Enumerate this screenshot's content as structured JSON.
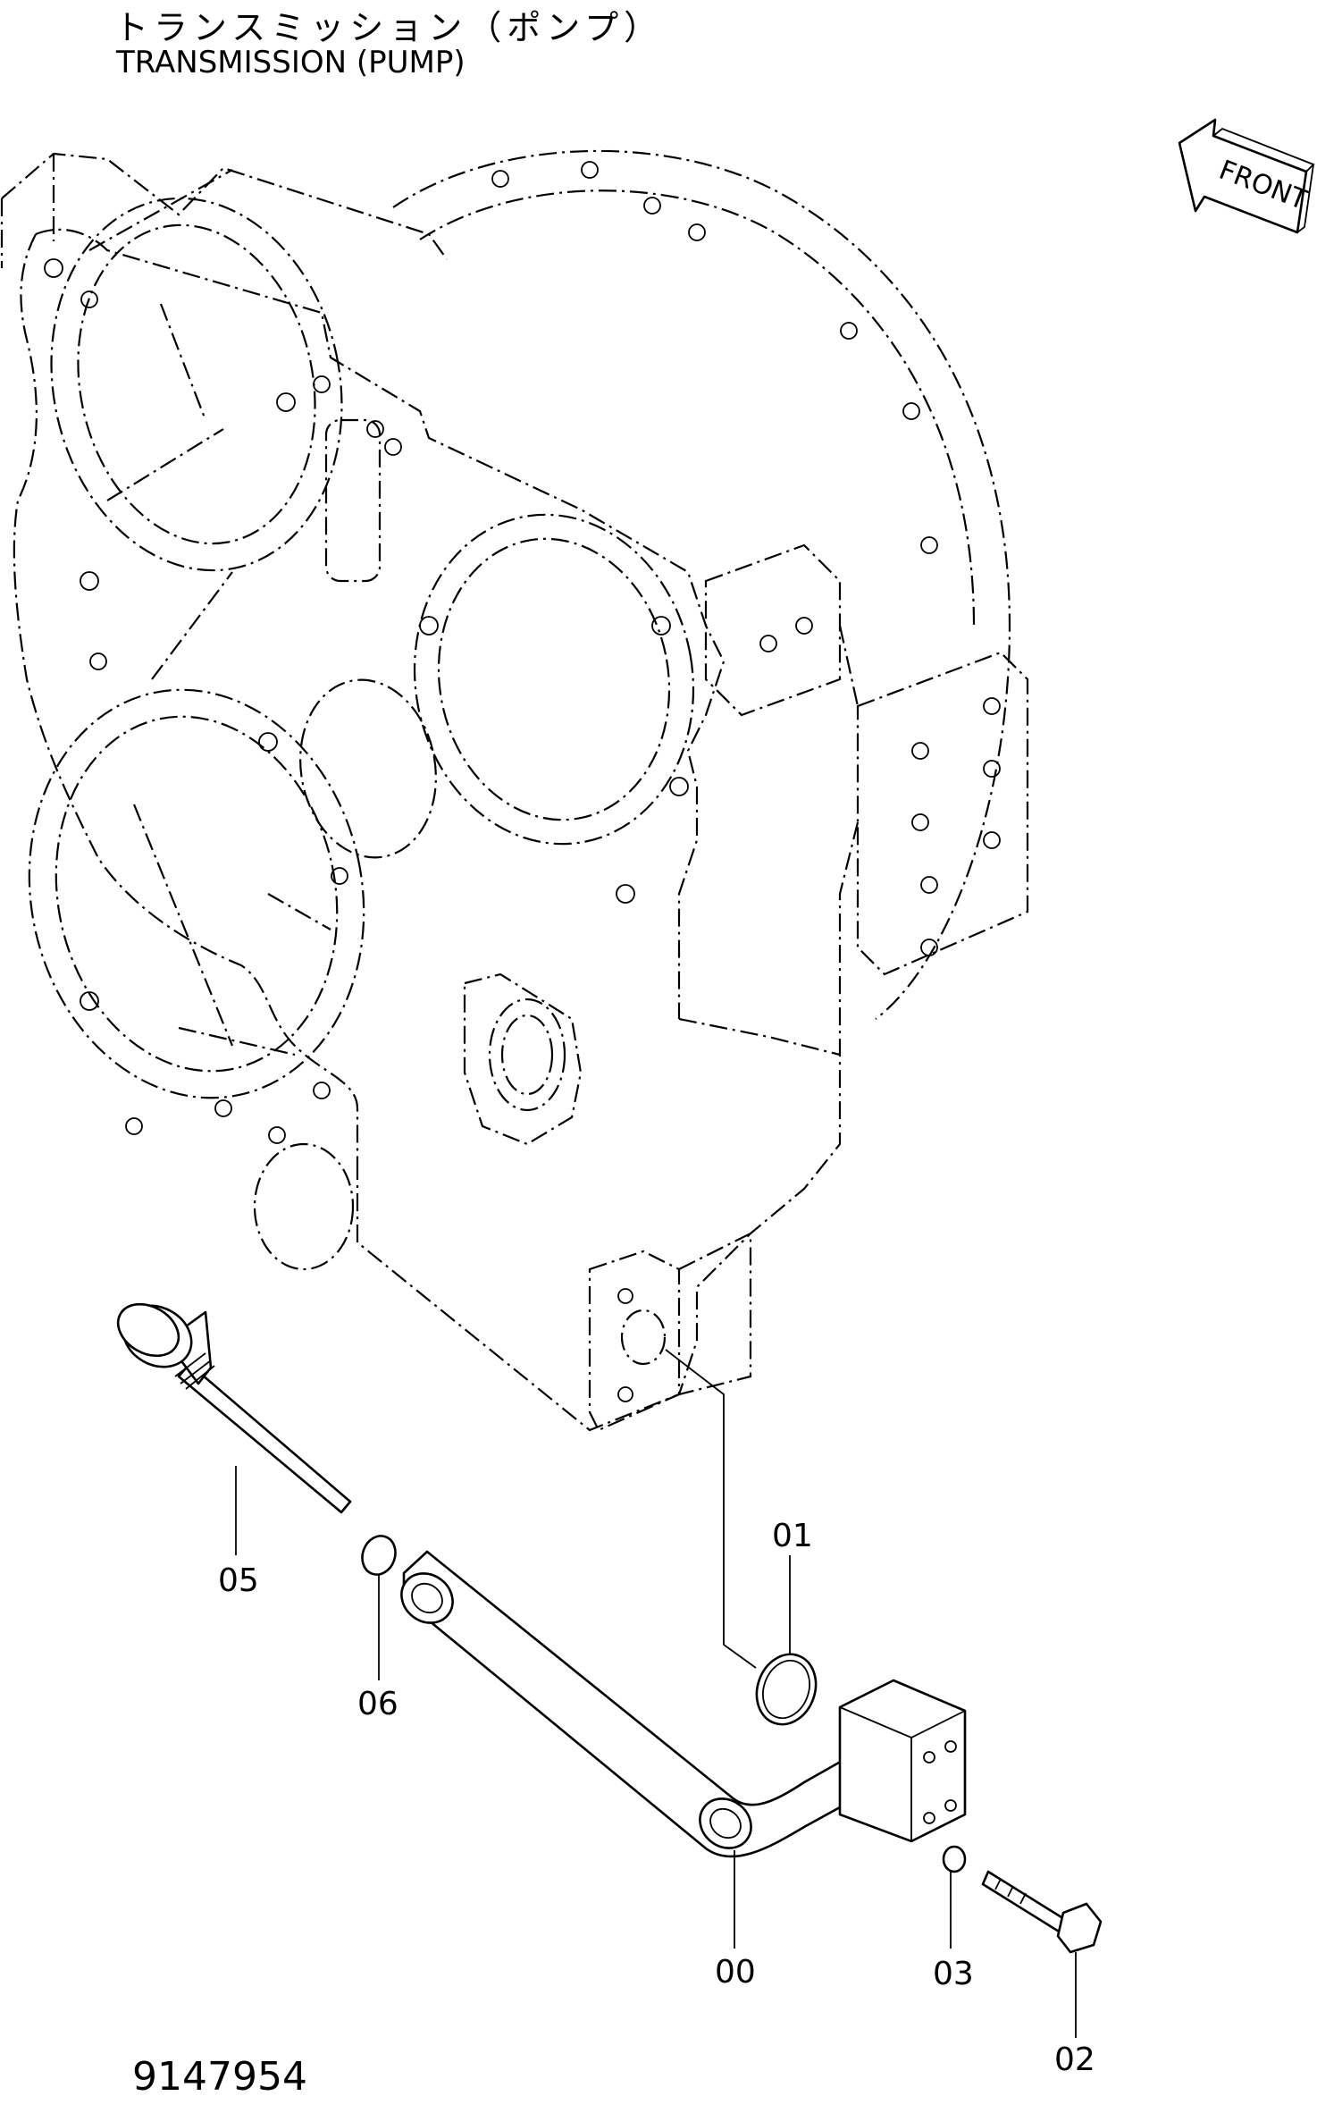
{
  "title": {
    "japanese": "トランスミッション（ポンプ）",
    "english": "TRANSMISSION (PUMP)"
  },
  "direction_marker": {
    "label": "FRONT",
    "icon": "front-arrow-icon"
  },
  "callouts": [
    "01",
    "06",
    "05",
    "00",
    "03",
    "02"
  ],
  "drawing_number": "9147954"
}
